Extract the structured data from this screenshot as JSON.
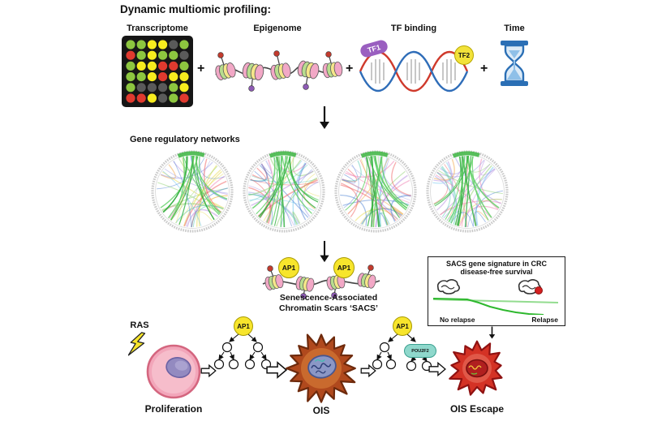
{
  "header": {
    "title": "Dynamic multiomic profiling:"
  },
  "plus": "+",
  "inputs": {
    "transcriptome": "Transcriptome",
    "epigenome": "Epigenome",
    "tf_binding": "TF binding",
    "tf1": "TF1",
    "tf2": "TF2",
    "time": "Time"
  },
  "grn": {
    "label": "Gene regulatory networks"
  },
  "sacs": {
    "caption_line1": "Senescence-Associated",
    "caption_line2": "Chromatin Scars ‘SACS’"
  },
  "survival": {
    "title_line1": "SACS gene signature in CRC",
    "title_line2": "disease-free survival",
    "no_relapse": "No relapse",
    "relapse": "Relapse"
  },
  "states": {
    "ras": "RAS",
    "proliferation": "Proliferation",
    "ois": "OIS",
    "ois_escape": "OIS Escape"
  },
  "tfs": {
    "ap1": "AP1",
    "pou2f2": "POU2F2"
  },
  "colors": {
    "ap1_yellow": "#f7e52c",
    "pou2f2_teal": "#8fd8cc",
    "tf1_purple": "#9a5fc0",
    "tf2_yellow": "#f2e23a",
    "survival_green": "#2eb82e",
    "relapse_red": "#d42020"
  }
}
